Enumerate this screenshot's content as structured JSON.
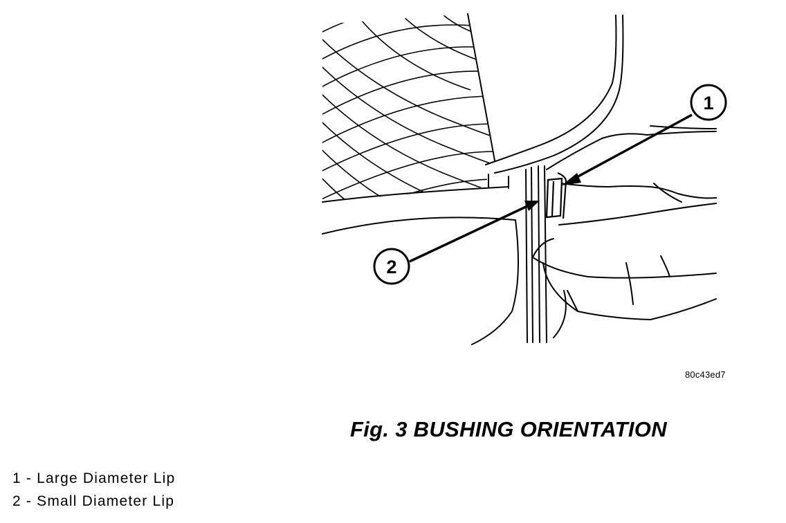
{
  "figure": {
    "callout_1": "1",
    "callout_2": "2",
    "image_code": "80c43ed7",
    "caption": "Fig. 3 BUSHING ORIENTATION"
  },
  "legend": {
    "items": [
      "1 - Large Diameter Lip",
      "2 - Small Diameter Lip"
    ]
  }
}
